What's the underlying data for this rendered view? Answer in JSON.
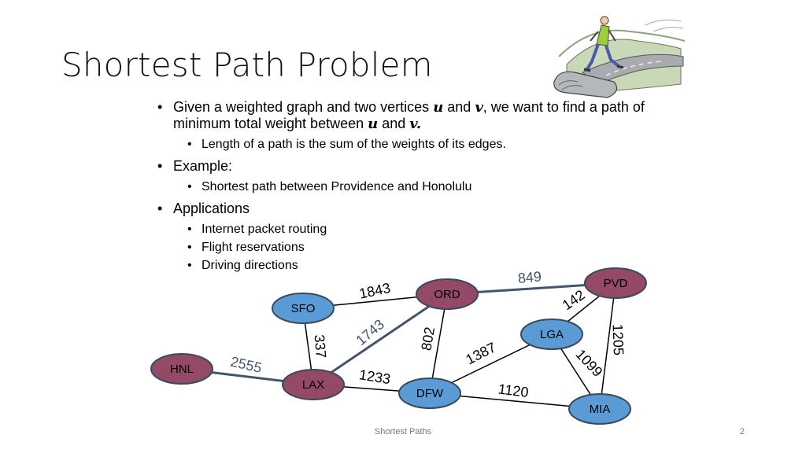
{
  "slide": {
    "title": "Shortest Path Problem",
    "bullets": {
      "b1": {
        "t1": "Given a weighted graph and two vertices ",
        "u1": "u",
        "t2": " and ",
        "v1": "v",
        "t3": ", we want to find a path of minimum total weight between ",
        "u2": "u",
        "t4": " and ",
        "v2": "v.",
        "sub": "Length of a path is the sum of the weights of its edges."
      },
      "b2": {
        "text": "Example:",
        "sub": "Shortest path between Providence and Honolulu"
      },
      "b3": {
        "text": "Applications",
        "subs": [
          "Internet packet routing",
          "Flight reservations",
          "Driving directions"
        ]
      }
    },
    "footer": {
      "center": "Shortest Paths",
      "page": "2"
    }
  },
  "graph": {
    "colors": {
      "highlight_node": "#944a66",
      "normal_node": "#5b9bd5",
      "node_stroke": "#3a4a5c",
      "path_edge": "#44546a",
      "edge": "#000000"
    },
    "nodes": [
      {
        "id": "PVD",
        "label": "PVD",
        "highlight": true
      },
      {
        "id": "ORD",
        "label": "ORD",
        "highlight": true
      },
      {
        "id": "SFO",
        "label": "SFO",
        "highlight": false
      },
      {
        "id": "LGA",
        "label": "LGA",
        "highlight": false
      },
      {
        "id": "HNL",
        "label": "HNL",
        "highlight": true
      },
      {
        "id": "LAX",
        "label": "LAX",
        "highlight": true
      },
      {
        "id": "DFW",
        "label": "DFW",
        "highlight": false
      },
      {
        "id": "MIA",
        "label": "MIA",
        "highlight": false
      }
    ],
    "edges": [
      {
        "from": "SFO",
        "to": "ORD",
        "weight": "1843",
        "highlight": false
      },
      {
        "from": "ORD",
        "to": "PVD",
        "weight": "849",
        "highlight": true
      },
      {
        "from": "LGA",
        "to": "PVD",
        "weight": "142",
        "highlight": false
      },
      {
        "from": "LAX",
        "to": "ORD",
        "weight": "1743",
        "highlight": true
      },
      {
        "from": "ORD",
        "to": "DFW",
        "weight": "802",
        "highlight": false
      },
      {
        "from": "SFO",
        "to": "LAX",
        "weight": "337",
        "highlight": false
      },
      {
        "from": "PVD",
        "to": "MIA",
        "weight": "1205",
        "highlight": false
      },
      {
        "from": "DFW",
        "to": "LGA",
        "weight": "1387",
        "highlight": false
      },
      {
        "from": "LGA",
        "to": "MIA",
        "weight": "1099",
        "highlight": false
      },
      {
        "from": "HNL",
        "to": "LAX",
        "weight": "2555",
        "highlight": true
      },
      {
        "from": "LAX",
        "to": "DFW",
        "weight": "1233",
        "highlight": false
      },
      {
        "from": "DFW",
        "to": "MIA",
        "weight": "1120",
        "highlight": false
      }
    ]
  }
}
